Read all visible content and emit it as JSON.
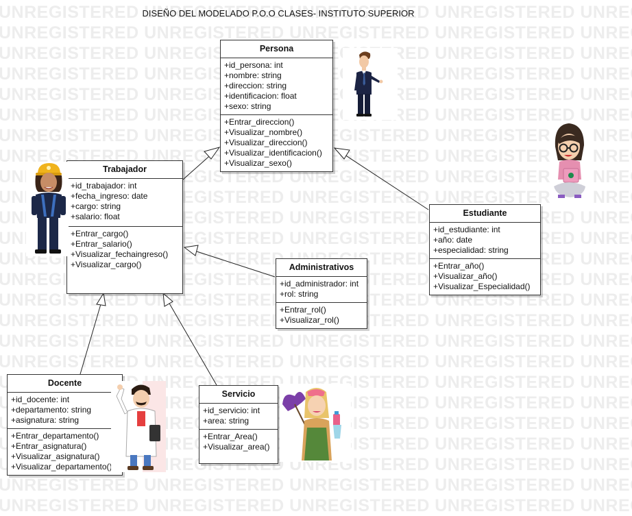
{
  "watermark": "UNREGISTERED",
  "title": "DISEÑO DEL MODELADO P.O.O CLASES- INSTITUTO SUPERIOR",
  "classes": {
    "persona": {
      "name": "Persona",
      "attributes": [
        "+id_persona: int",
        "+nombre: string",
        "+direccion: string",
        "+identificacion: float",
        "+sexo: string"
      ],
      "methods": [
        "+Entrar_direccion()",
        "+Visualizar_nombre()",
        "+Visualizar_direccion()",
        "+Visualizar_identificacion()",
        "+Visualizar_sexo()"
      ]
    },
    "trabajador": {
      "name": "Trabajador",
      "attributes": [
        "+id_trabajador: int",
        "+fecha_ingreso: date",
        "+cargo: string",
        "+salario: float"
      ],
      "methods": [
        "+Entrar_cargo()",
        "+Entrar_salario()",
        "+Visualizar_fechaingreso()",
        "+Visualizar_cargo()"
      ]
    },
    "estudiante": {
      "name": "Estudiante",
      "attributes": [
        "+id_estudiante: int",
        "+año: date",
        "+especialidad: string"
      ],
      "methods": [
        "+Entrar_año()",
        "+Visualizar_año()",
        "+Visualizar_Especialidad()"
      ]
    },
    "administrativos": {
      "name": "Administrativos",
      "attributes": [
        "+id_administrador: int",
        "+rol: string"
      ],
      "methods": [
        "+Entrar_rol()",
        "+Visualizar_rol()"
      ]
    },
    "docente": {
      "name": "Docente",
      "attributes": [
        "+id_docente: int",
        "+departamento: string",
        "+asignatura: string"
      ],
      "methods": [
        "+Entrar_departamento()",
        "+Entrar_asignatura()",
        "+Visualizar_asignatura()",
        "+Visualizar_departamento()"
      ]
    },
    "servicio": {
      "name": "Servicio",
      "attributes": [
        "+id_servicio: int",
        "+area: string"
      ],
      "methods": [
        "+Entrar_Area()",
        "+Visualizar_area()"
      ]
    }
  },
  "relations": [
    {
      "from": "trabajador",
      "to": "persona",
      "type": "inheritance"
    },
    {
      "from": "estudiante",
      "to": "persona",
      "type": "inheritance"
    },
    {
      "from": "administrativos",
      "to": "trabajador",
      "type": "inheritance"
    },
    {
      "from": "docente",
      "to": "trabajador",
      "type": "inheritance"
    },
    {
      "from": "servicio",
      "to": "trabajador",
      "type": "inheritance"
    }
  ],
  "illustrations": [
    "businessman-figure",
    "student-girl-figure",
    "worker-figure",
    "doctor-figure",
    "cleaner-figure"
  ]
}
